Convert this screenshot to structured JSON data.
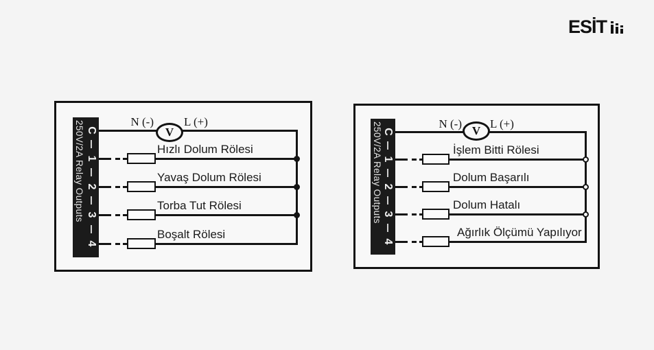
{
  "logo": {
    "text": "ESİT"
  },
  "diagrams": [
    {
      "terminal_block": {
        "rating": "250V/2A Relay Outputs",
        "terminals": [
          "C",
          "1",
          "2",
          "3",
          "4"
        ]
      },
      "power": {
        "neutral": "N (-)",
        "line": "L (+)",
        "voltmeter": "V"
      },
      "relays": [
        "Hızlı Dolum Rölesi",
        "Yavaş Dolum Rölesi",
        "Torba Tut Rölesi",
        "Boşalt Rölesi"
      ]
    },
    {
      "terminal_block": {
        "rating": "250V/2A Relay Outputs",
        "terminals": [
          "C",
          "1",
          "2",
          "3",
          "4"
        ]
      },
      "power": {
        "neutral": "N (-)",
        "line": "L (+)",
        "voltmeter": "V"
      },
      "relays": [
        "İşlem Bitti Rölesi",
        "Dolum Başarılı",
        "Dolum Hatalı",
        "Ağırlık Ölçümü Yapılıyor"
      ]
    }
  ]
}
